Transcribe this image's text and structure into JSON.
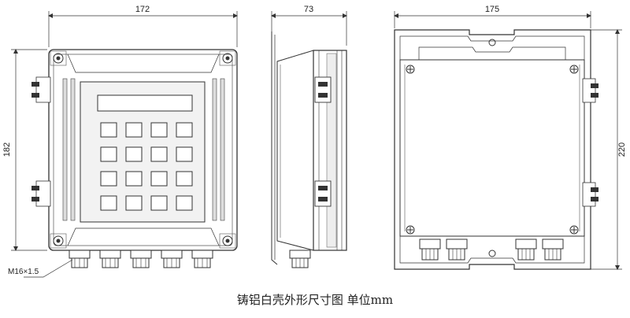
{
  "dimensions": {
    "front_width": "172",
    "front_height": "182",
    "side_depth": "73",
    "back_width": "175",
    "back_height": "220"
  },
  "cable_gland_label": "M16×1.5",
  "caption": "铸铝白壳外形尺寸图 单位mm",
  "colors": {
    "line": "#333333",
    "panel_fill": "#f2f2f2",
    "background": "#ffffff"
  }
}
